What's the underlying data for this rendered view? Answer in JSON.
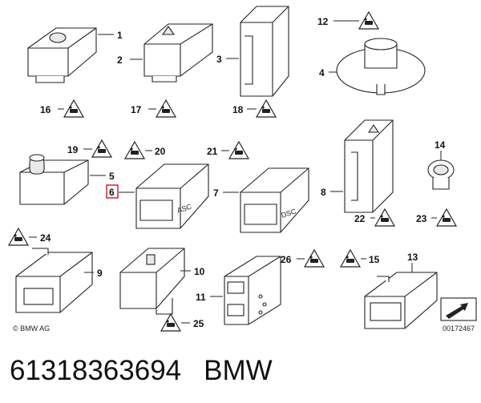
{
  "diagram": {
    "callouts": {
      "c1": "1",
      "c2": "2",
      "c3": "3",
      "c4": "4",
      "c5": "5",
      "c6": "6",
      "c7": "7",
      "c8": "8",
      "c9": "9",
      "c10": "10",
      "c11": "11",
      "c12": "12",
      "c13": "13",
      "c14": "14",
      "c15": "15",
      "c16": "16",
      "c17": "17",
      "c18": "18",
      "c19": "19",
      "c20": "20",
      "c21": "21",
      "c22": "22",
      "c23": "23",
      "c24": "24",
      "c25": "25",
      "c26": "26"
    },
    "highlighted_callout": "6",
    "button_labels": {
      "asc": "ASC",
      "dsc": "DSC"
    },
    "copyright": "© BMW AG",
    "document_number": "00172467",
    "colors": {
      "highlight": "#d0021b",
      "ink": "#222222"
    },
    "icons": [
      "warning-triangle-icon",
      "hazard-icon",
      "cutout-arrow-icon"
    ]
  },
  "caption": {
    "part_number": "61318363694",
    "brand": "BMW"
  }
}
